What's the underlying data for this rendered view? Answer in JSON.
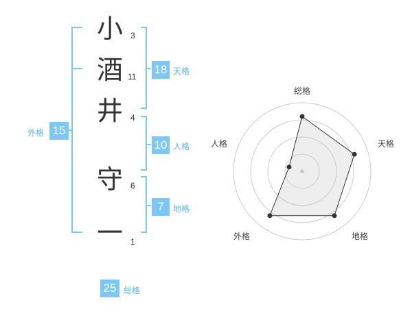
{
  "name_chars": [
    {
      "char": "小",
      "strokes": "3"
    },
    {
      "char": "酒",
      "strokes": "11"
    },
    {
      "char": "井",
      "strokes": "4"
    },
    {
      "char": "守",
      "strokes": "6"
    },
    {
      "char": "一",
      "strokes": "1"
    }
  ],
  "kakusu": {
    "tenkaku": {
      "value": "18",
      "label": "天格"
    },
    "jinkaku": {
      "value": "10",
      "label": "人格"
    },
    "chikaku": {
      "value": "7",
      "label": "地格"
    },
    "gaikaku": {
      "value": "15",
      "label": "外格"
    },
    "soukaku": {
      "value": "25",
      "label": "総格"
    }
  },
  "colors": {
    "accent": "#7cc7f4",
    "bracket": "#7cc7f4",
    "text": "#333333"
  },
  "chart_data": {
    "type": "radar",
    "axes": [
      "総格",
      "天格",
      "地格",
      "外格",
      "人格"
    ],
    "values": [
      0.8,
      0.8,
      0.8,
      0.8,
      0.2
    ],
    "rings": 4,
    "range": [
      0,
      1
    ]
  }
}
